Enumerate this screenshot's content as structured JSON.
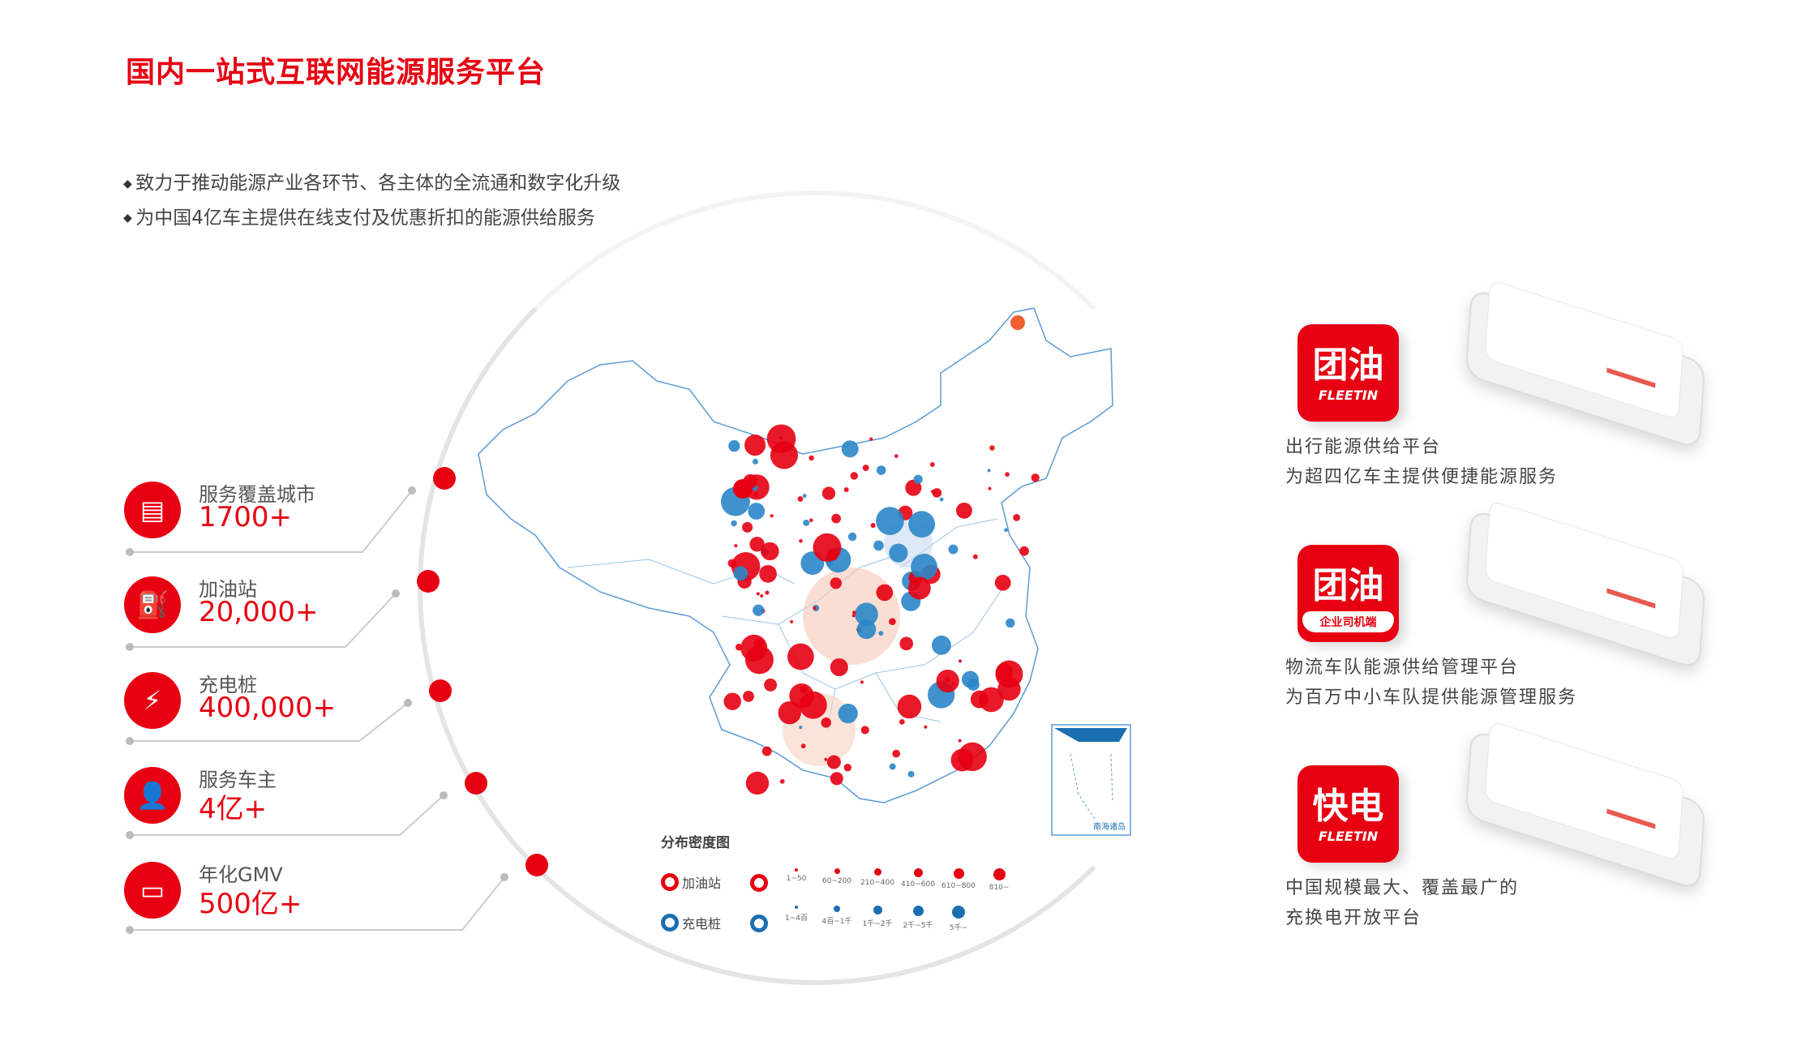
{
  "title": "国内一站式互联网能源服务平台",
  "bullets": [
    "致力于推动能源产业各环节、各主体的全流通和数字化升级",
    "为中国4亿车主提供在线支付及优惠折扣的能源供给服务"
  ],
  "stats": [
    {
      "label": "服务覆盖城市",
      "value": "1700+",
      "icon": "building-icon"
    },
    {
      "label": "加油站",
      "value": "20,000+",
      "icon": "fuel-pump-icon"
    },
    {
      "label": "充电桩",
      "value": "400,000+",
      "icon": "charging-pile-icon"
    },
    {
      "label": "服务车主",
      "value": "4亿+",
      "icon": "driver-icon"
    },
    {
      "label": "年化GMV",
      "value": "500亿+",
      "icon": "wallet-icon"
    }
  ],
  "legend": {
    "title": "分布密度图",
    "fuel": {
      "name": "加油站",
      "ranges": [
        "1~50",
        "60~200",
        "210~400",
        "410~600",
        "610~800",
        "810~"
      ]
    },
    "charge": {
      "name": "充电桩",
      "ranges": [
        "1~4百",
        "4百~1千",
        "1千~2千",
        "2千~5千",
        "5千~"
      ]
    },
    "inset_label": "南海诸岛"
  },
  "apps": [
    {
      "logo": "团油",
      "logo_sub": "FLEETIN",
      "lines": [
        "出行能源供给平台",
        "为超四亿车主提供便捷能源服务"
      ]
    },
    {
      "logo": "团油",
      "logo_sub": "企业司机端",
      "lines": [
        "物流车队能源供给管理平台",
        "为百万中小车队提供能源管理服务"
      ]
    },
    {
      "logo": "快电",
      "logo_sub": "FLEETIN",
      "lines": [
        "中国规模最大、覆盖最广的",
        "充换电开放平台"
      ]
    }
  ],
  "colors": {
    "accent": "#e60012",
    "blue": "#1a6fb0",
    "line": "#cccccc"
  }
}
